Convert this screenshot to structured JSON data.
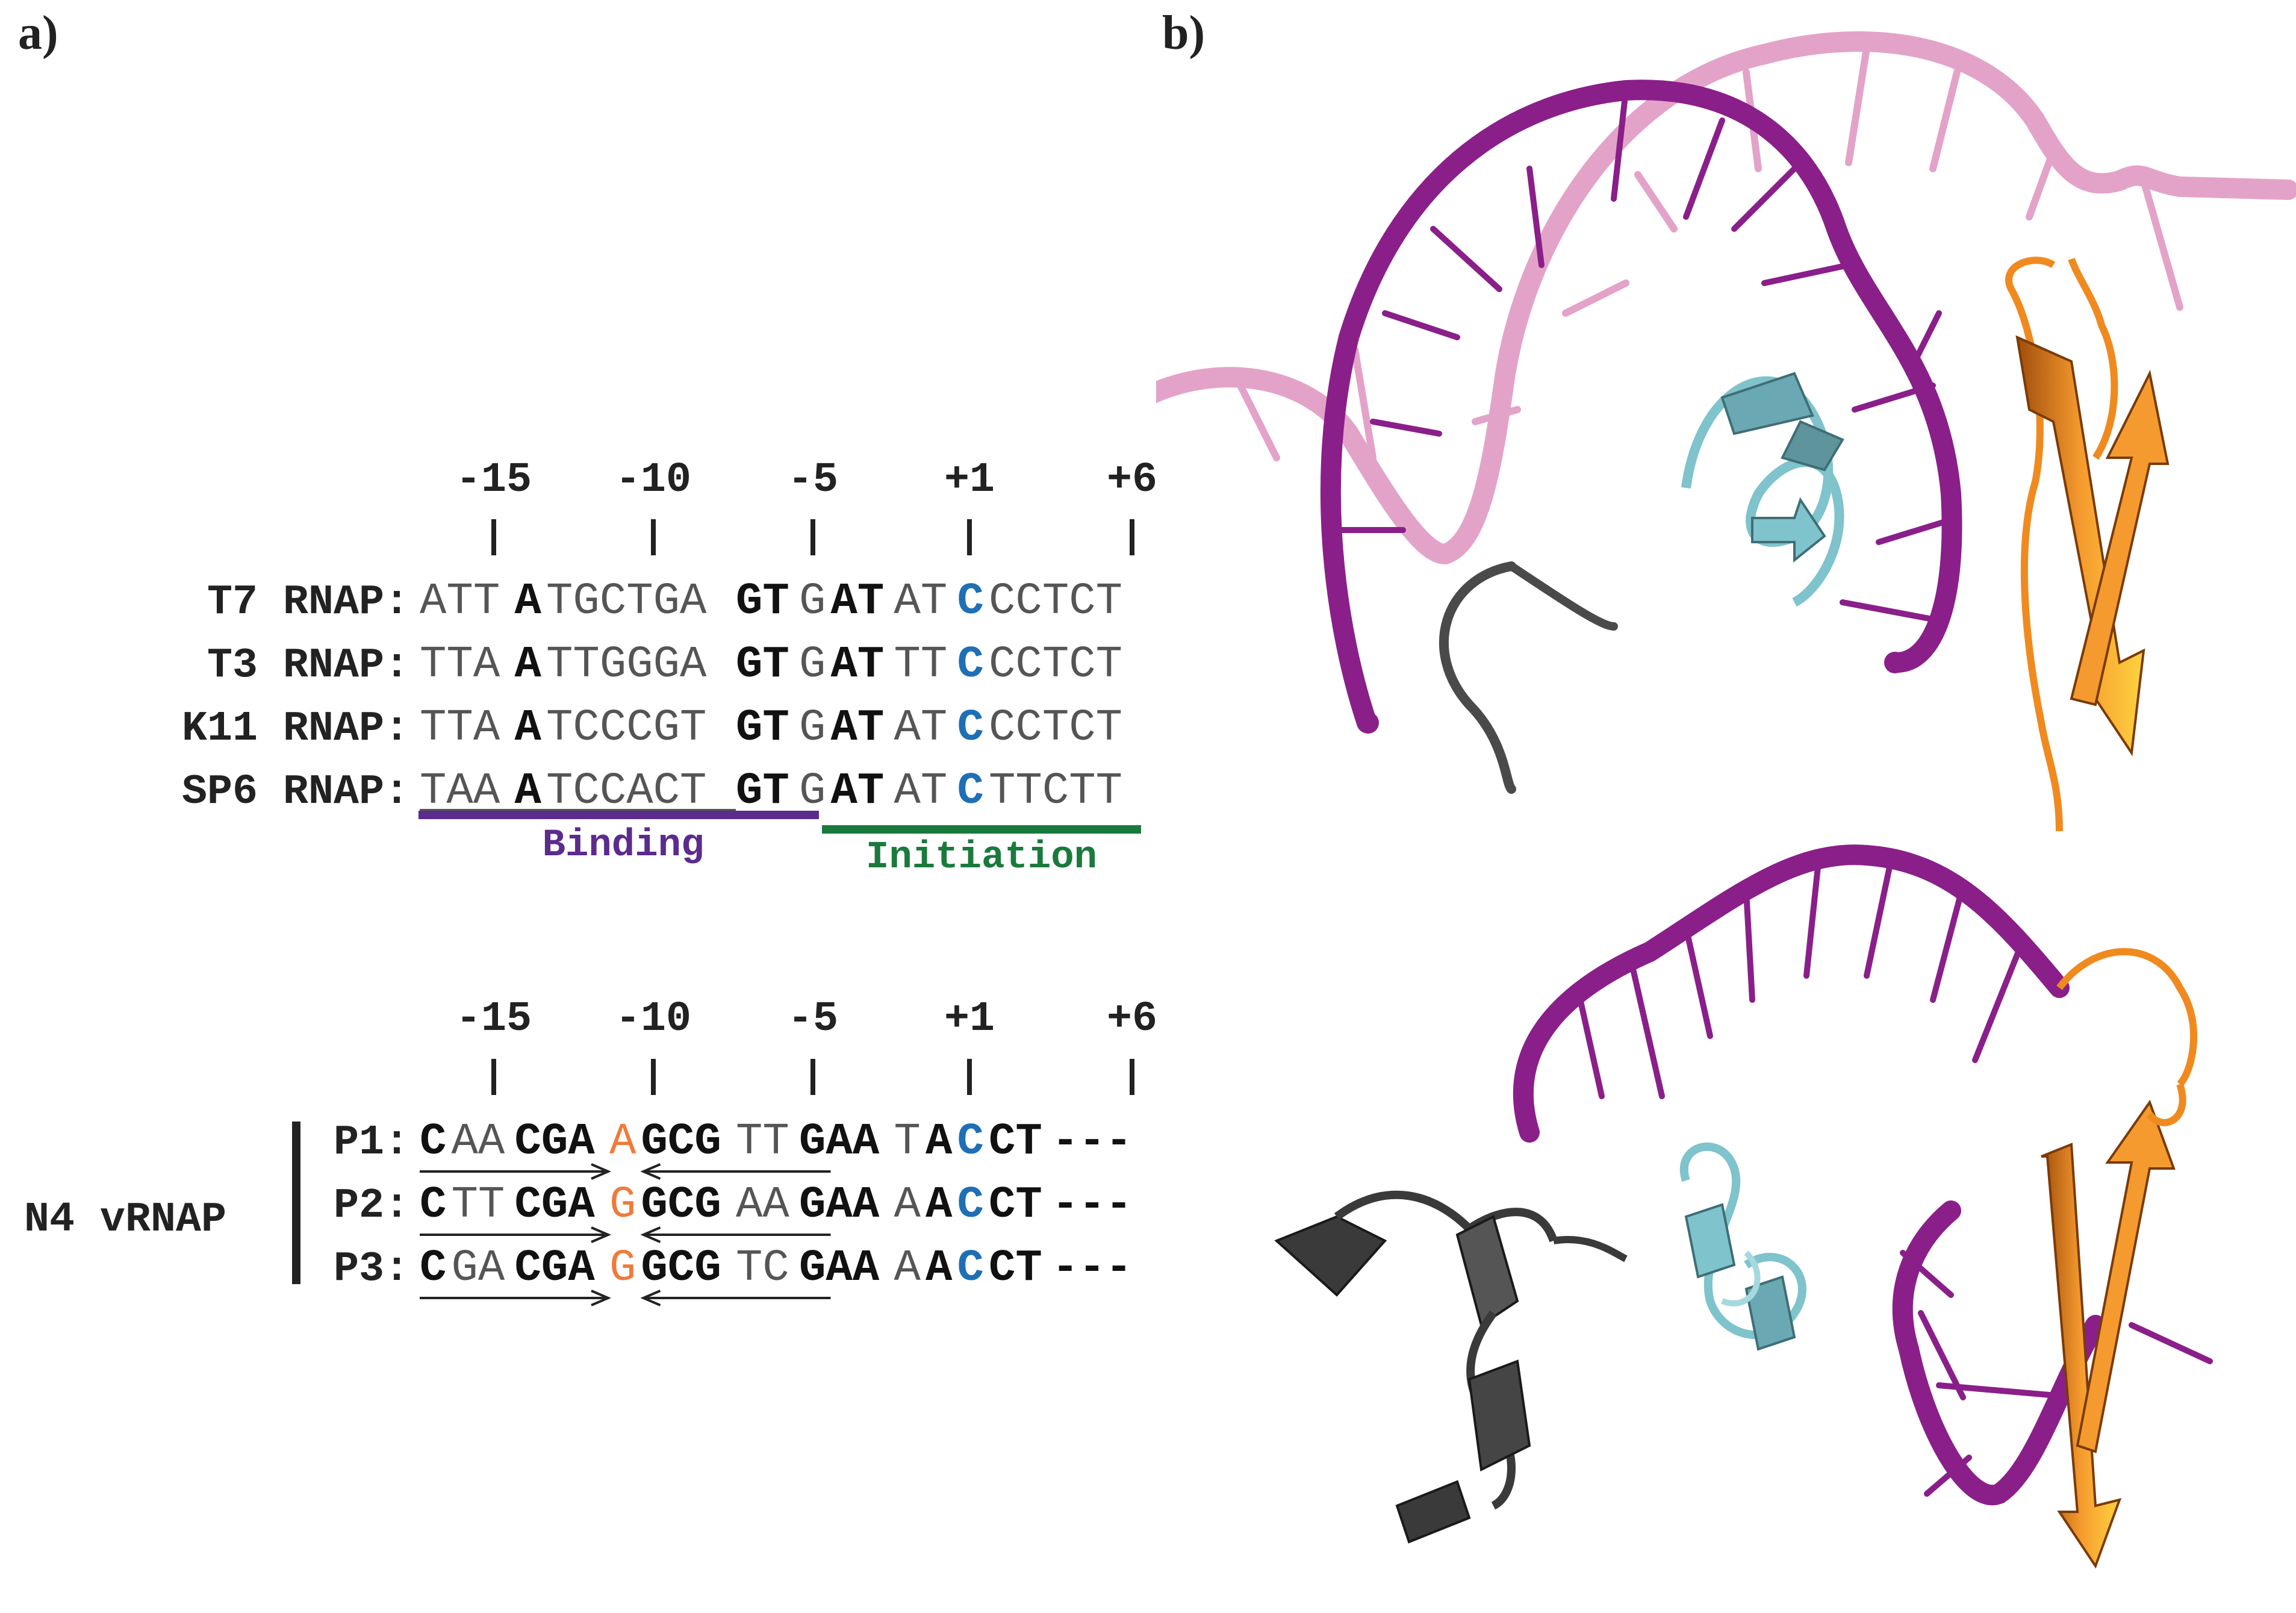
{
  "panel_a": {
    "label": "a)",
    "positions": [
      "-15",
      "-10",
      "-5",
      "+1",
      "+6"
    ],
    "rows": [
      {
        "name": "T7  RNAP:",
        "seq": [
          "ATT",
          "A",
          "TGCTGA",
          "GT",
          "G",
          "AT",
          "AT",
          "C",
          "CCTCT"
        ]
      },
      {
        "name": "T3  RNAP:",
        "seq": [
          "TTA",
          "A",
          "TTGGGA",
          "GT",
          "G",
          "AT",
          "TT",
          "C",
          "CCTCT"
        ]
      },
      {
        "name": "K11  RNAP:",
        "seq": [
          "TTA",
          "A",
          "TCCCGT",
          "GT",
          "G",
          "AT",
          "AT",
          "C",
          "CCTCT"
        ]
      },
      {
        "name": "SP6  RNAP:",
        "seq": [
          "TAA",
          "A",
          "TCCACT",
          "GT",
          "G",
          "AT",
          "AT",
          "C",
          "TTCTT"
        ]
      }
    ],
    "binding_label": "Binding",
    "initiation_label": "Initiation",
    "binding_color": "#5b2b8e",
    "initiation_color": "#1a7a3c",
    "tss_color": "#1e6fb5",
    "n4_positions": [
      "-15",
      "-10",
      "-5",
      "+1",
      "+6"
    ],
    "n4_name": "N4  vRNAP",
    "n4_rows": [
      {
        "name": "P1:",
        "seq": [
          "C",
          "AA",
          "CGA",
          "A",
          "GCG",
          "TT",
          "GAA",
          "T",
          "A",
          "C",
          "CT",
          "---"
        ]
      },
      {
        "name": "P2:",
        "seq": [
          "C",
          "TT",
          "CGA",
          "G",
          "GCG",
          "AA",
          "GAA",
          "A",
          "A",
          "C",
          "CT",
          "---"
        ]
      },
      {
        "name": "P3:",
        "seq": [
          "C",
          "GA",
          "CGA",
          "G",
          "GCG",
          "TC",
          "GAA",
          "A",
          "A",
          "C",
          "CT",
          "---"
        ]
      }
    ],
    "hairpin_color": "#f07a3a"
  },
  "panel_b": {
    "label": "b)",
    "colors": {
      "dna_dark": "#8a1f8a",
      "dna_light": "#e3a3c9",
      "cyan_domain": "#7fc3cc",
      "orange_domain": "#f08a1f",
      "gray_domain": "#3a3a3a"
    }
  }
}
